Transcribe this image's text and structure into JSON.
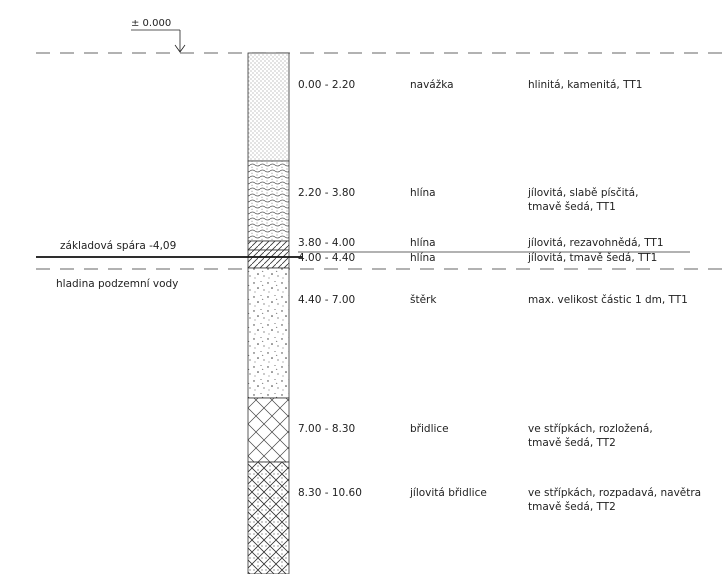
{
  "datum": {
    "label": "± 0.000"
  },
  "foundation": {
    "label": "základová spára -4,09"
  },
  "groundwater": {
    "label": "hladina podzemní vody"
  },
  "layers": [
    {
      "depth": "0.00 - 2.20",
      "name": "navážka",
      "desc": [
        "hlinitá, kamenitá, TT1"
      ],
      "pattern": "dots"
    },
    {
      "depth": "2.20 - 3.80",
      "name": "hlína",
      "desc": [
        "jílovitá, slabě písčitá,",
        "tmavě šedá, TT1"
      ],
      "pattern": "wavy-dots"
    },
    {
      "depth": "3.80 - 4.00",
      "name": "hlína",
      "desc": [
        "jílovitá, rezavohnědá, TT1"
      ],
      "pattern": "hatch"
    },
    {
      "depth": "4.00 - 4.40",
      "name": "hlína",
      "desc": [
        "jílovitá, tmavě šedá, TT1"
      ],
      "pattern": "hatch"
    },
    {
      "depth": "4.40 - 7.00",
      "name": "štěrk",
      "desc": [
        "max. velikost částic 1 dm, TT1"
      ],
      "pattern": "gravel"
    },
    {
      "depth": "7.00 - 8.30",
      "name": "břidlice",
      "desc": [
        "ve střípkách, rozložená,",
        "tmavě šedá, TT2"
      ],
      "pattern": "cross"
    },
    {
      "depth": "8.30 - 10.60",
      "name": "jílovitá břidlice",
      "desc": [
        "ve střípkách, rozpadavá, navětra",
        "tmavě šedá, TT2"
      ],
      "pattern": "cross-dense"
    }
  ]
}
